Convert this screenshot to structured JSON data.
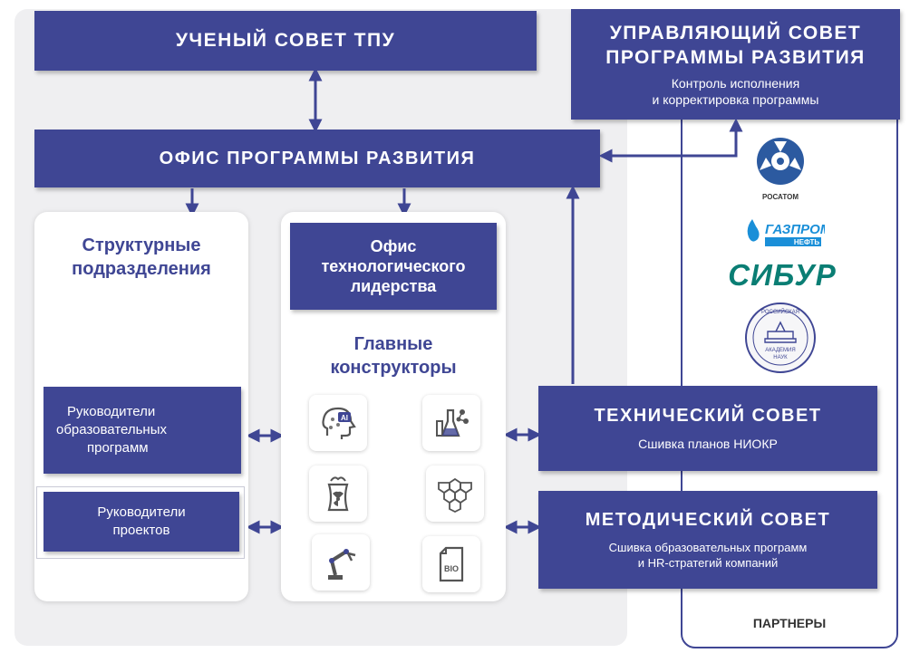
{
  "academic_council": "УЧЕНЫЙ СОВЕТ ТПУ",
  "governing_council": {
    "title_line1": "УПРАВЛЯЮЩИЙ СОВЕТ",
    "title_line2": "ПРОГРАММЫ РАЗВИТИЯ",
    "desc_line1": "Контроль исполнения",
    "desc_line2": "и корректировка программы"
  },
  "program_office": "ОФИС ПРОГРАММЫ РАЗВИТИЯ",
  "structural_units": {
    "title_line1": "Структурные",
    "title_line2": "подразделения",
    "edu_heads_line1": "Руководители",
    "edu_heads_line2": "образовательных",
    "edu_heads_line3": "программ",
    "project_heads_line1": "Руководители",
    "project_heads_line2": "проектов"
  },
  "tech_office": {
    "line1": "Офис",
    "line2": "технологического",
    "line3": "лидерства"
  },
  "chief_designers": {
    "line1": "Главные",
    "line2": "конструкторы",
    "icons": [
      "ai-head-icon",
      "chemistry-flask-icon",
      "nuclear-plant-icon",
      "graphene-icon",
      "robot-arm-icon",
      "bio-fuel-icon"
    ],
    "icon_text_ai": "AI",
    "icon_text_bio": "BIO"
  },
  "technical_council": {
    "title": "ТЕХНИЧЕСКИЙ СОВЕТ",
    "desc": "Сшивка планов НИОКР"
  },
  "methodical_council": {
    "title": "МЕТОДИЧЕСКИЙ СОВЕТ",
    "desc_line1": "Сшивка образовательных программ",
    "desc_line2": "и HR-стратегий компаний"
  },
  "partners": {
    "label": "ПАРТНЕРЫ",
    "rosatom": "РОСАТОМ",
    "gazprom": "ГАЗПРОМ",
    "gazprom_sub": "НЕФТЬ",
    "sibur": "СИБУР",
    "ras_top": "РОССИЙСКАЯ",
    "ras_mid": "АКАДЕМИЯ",
    "ras_bottom": "НАУК"
  },
  "colors": {
    "primary": "#3f4694",
    "panel_bg": "#efeff1",
    "rosatom": "#2c5aa0",
    "gazprom": "#1a8fd8",
    "sibur": "#0a7e74"
  }
}
